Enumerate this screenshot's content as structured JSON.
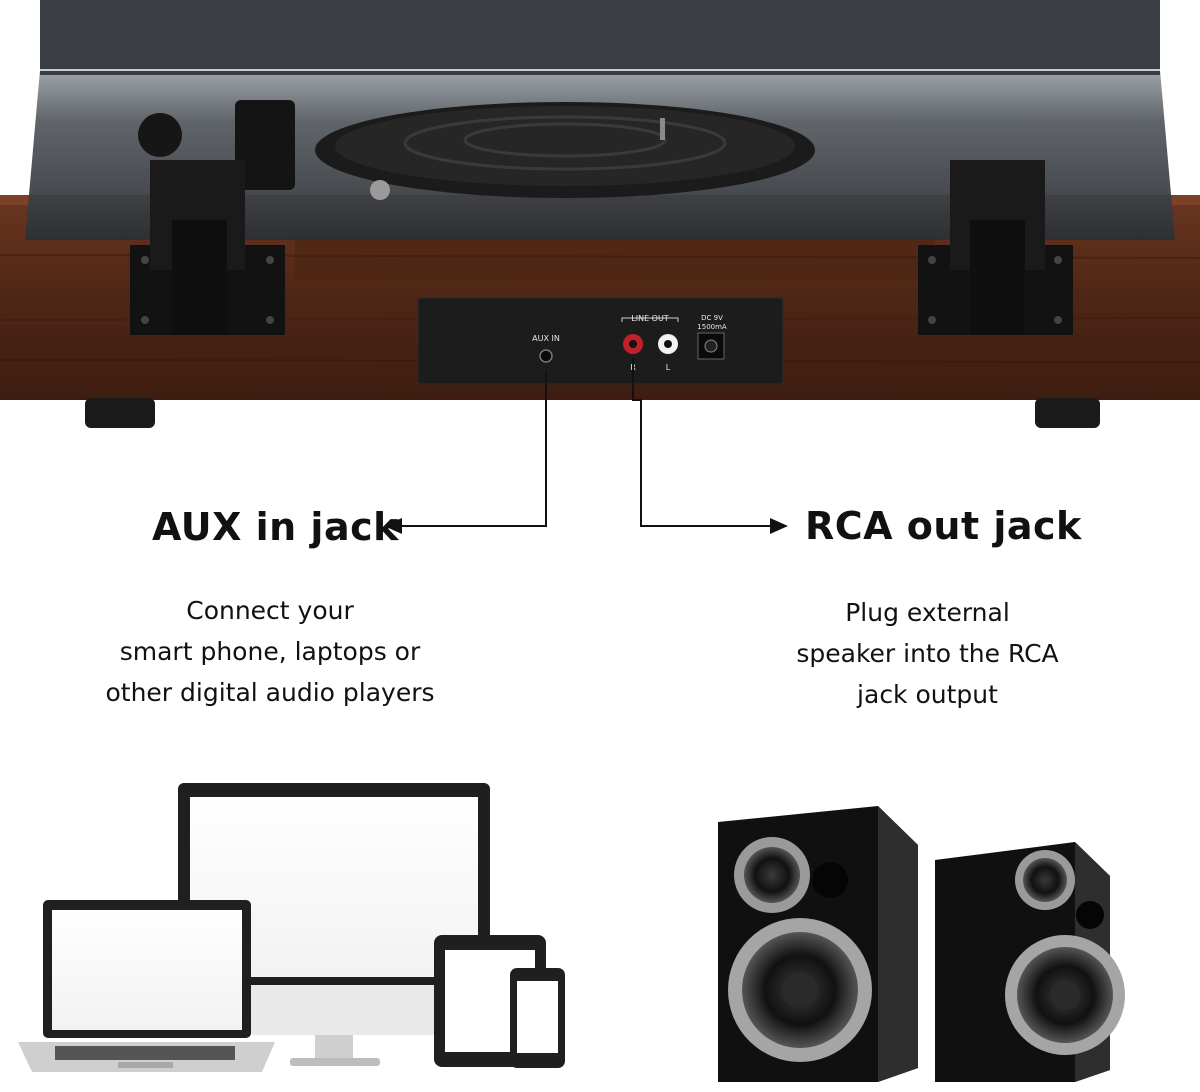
{
  "panel": {
    "aux_label": "AUX IN",
    "line_out_label": "LINE OUT",
    "r_label": "R",
    "l_label": "L",
    "dc_label": "DC 9V",
    "dc_current": "1500mA"
  },
  "aux": {
    "title": "AUX in jack",
    "desc": [
      "Connect your",
      "smart phone, laptops or",
      "other digital audio players"
    ]
  },
  "rca": {
    "title": "RCA out jack",
    "desc": [
      "Plug external",
      "speaker into the RCA",
      "jack output"
    ]
  },
  "colors": {
    "wood": "#5a2e1a",
    "accent_red": "#c0202a",
    "panel": "#1c1c1c"
  }
}
